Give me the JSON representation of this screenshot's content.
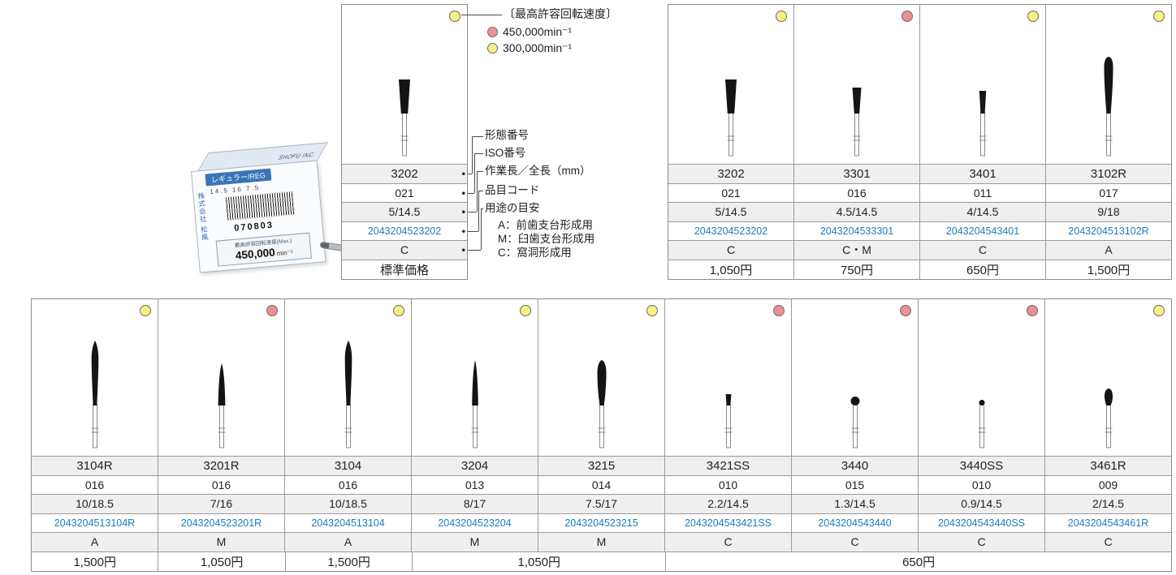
{
  "colors": {
    "red_dot": "#ee8e96",
    "yellow_dot": "#f6f183",
    "code_blue": "#1b7dc2",
    "row_shade": "#efefef",
    "head_black": "#141414"
  },
  "speed_legend": {
    "title": "〔最高許容回転速度〕",
    "items": [
      {
        "dot": "red",
        "label": "450,000min⁻¹"
      },
      {
        "dot": "yellow",
        "label": "300,000min⁻¹"
      }
    ]
  },
  "field_labels": {
    "shape_no": "形態番号",
    "iso_no": "ISO番号",
    "length": "作業長／全長（mm）",
    "item_code": "品目コード",
    "usage": "用途の目安"
  },
  "usage_notes": [
    "A：前歯支台形成用",
    "M：臼歯支台形成用",
    "C：窩洞形成用"
  ],
  "sample_column": {
    "dot": "yellow",
    "shape": "taper_flat_lg",
    "model": "3202",
    "iso": "021",
    "length": "5/14.5",
    "code": "2043204523202",
    "usage": "C",
    "price_label": "標準価格"
  },
  "package": {
    "reg_label": "レギュラー/REG",
    "maker": "株式会社 松風",
    "sizes": "14.5 16 7.5",
    "lot": "070803",
    "speed_caption": "最高許容回転速度(Max.)",
    "speed": "450,000",
    "speed_unit": "min⁻¹",
    "brand": "SHOFU INC."
  },
  "tables": [
    {
      "name": "top-right",
      "columns": [
        {
          "dot": "yellow",
          "shape": "taper_flat_lg",
          "model": "3202",
          "iso": "021",
          "length": "5/14.5",
          "code": "2043204523202",
          "usage": "C"
        },
        {
          "dot": "red",
          "shape": "taper_flat_md",
          "model": "3301",
          "iso": "016",
          "length": "4.5/14.5",
          "code": "2043204533301",
          "usage": "C・M"
        },
        {
          "dot": "yellow",
          "shape": "taper_flat_sm",
          "model": "3401",
          "iso": "011",
          "length": "4/14.5",
          "code": "2043204543401",
          "usage": "C"
        },
        {
          "dot": "yellow",
          "shape": "flame_round",
          "model": "3102R",
          "iso": "017",
          "length": "9/18",
          "code": "2043204513102R",
          "usage": "A"
        }
      ],
      "prices": [
        {
          "span": 1,
          "label": "1,050円"
        },
        {
          "span": 1,
          "label": "750円"
        },
        {
          "span": 1,
          "label": "650円"
        },
        {
          "span": 1,
          "label": "1,500円"
        }
      ]
    },
    {
      "name": "bottom",
      "columns": [
        {
          "dot": "yellow",
          "shape": "flame_slim",
          "model": "3104R",
          "iso": "016",
          "length": "10/18.5",
          "code": "2043204513104R",
          "usage": "A"
        },
        {
          "dot": "red",
          "shape": "cone_point_md",
          "model": "3201R",
          "iso": "016",
          "length": "7/16",
          "code": "2043204523201R",
          "usage": "M"
        },
        {
          "dot": "yellow",
          "shape": "flame_slim",
          "model": "3104",
          "iso": "016",
          "length": "10/18.5",
          "code": "2043204513104",
          "usage": "A"
        },
        {
          "dot": "yellow",
          "shape": "cone_point_sm",
          "model": "3204",
          "iso": "013",
          "length": "8/17",
          "code": "2043204523204",
          "usage": "M"
        },
        {
          "dot": "yellow",
          "shape": "flame_md",
          "model": "3215",
          "iso": "014",
          "length": "7.5/17",
          "code": "2043204523215",
          "usage": "M"
        },
        {
          "dot": "red",
          "shape": "cone_tiny",
          "model": "3421SS",
          "iso": "010",
          "length": "2.2/14.5",
          "code": "2043204543421SS",
          "usage": "C"
        },
        {
          "dot": "red",
          "shape": "ball",
          "model": "3440",
          "iso": "015",
          "length": "1.3/14.5",
          "code": "2043204543440",
          "usage": "C"
        },
        {
          "dot": "red",
          "shape": "ball_sm",
          "model": "3440SS",
          "iso": "010",
          "length": "0.9/14.5",
          "code": "2043204543440SS",
          "usage": "C"
        },
        {
          "dot": "yellow",
          "shape": "pear",
          "model": "3461R",
          "iso": "009",
          "length": "2/14.5",
          "code": "2043204543461R",
          "usage": "C"
        }
      ],
      "prices": [
        {
          "span": 1,
          "label": "1,500円"
        },
        {
          "span": 1,
          "label": "1,050円"
        },
        {
          "span": 1,
          "label": "1,500円"
        },
        {
          "span": 2,
          "label": "1,050円"
        },
        {
          "span": 4,
          "label": "650円"
        }
      ]
    }
  ]
}
